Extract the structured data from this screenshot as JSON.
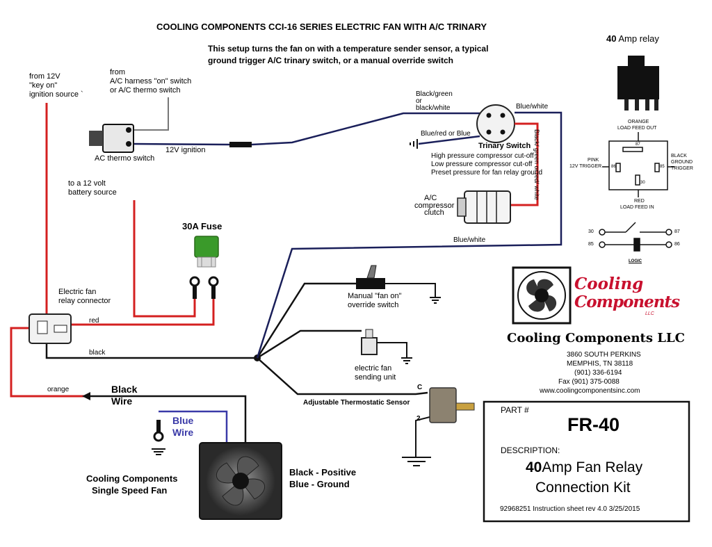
{
  "header": {
    "title": "COOLING COMPONENTS CCI-16 SERIES ELECTRIC FAN WITH A/C TRINARY",
    "subtitle_line1": "This setup turns the fan on with a temperature sender sensor, a typical",
    "subtitle_line2": "ground trigger A/C trinary switch, or a manual override switch"
  },
  "relay_panel": {
    "amp_number": "40",
    "amp_text": "Amp relay",
    "orange_line1": "ORANGE",
    "orange_line2": "LOAD FEED OUT",
    "pink_line1": "PINK",
    "pink_line2": "12V TRIGGER",
    "black_line1": "BLACK",
    "black_line2": "GROUND",
    "black_line3": "TRIGGER",
    "red_line1": "RED",
    "red_line2": "LOAD FEED IN",
    "pin_87": "87",
    "pin_86": "86",
    "pin_85": "85",
    "pin_30": "30",
    "logic_label": "LOGIC"
  },
  "labels": {
    "ignition_line1": "from 12V",
    "ignition_line2": "\"key on\"",
    "ignition_line3": "ignition source `",
    "ac_line1": "from",
    "ac_line2": "A/C harness \"on\" switch",
    "ac_line3": "or A/C thermo switch",
    "ac_thermo_switch": "AC thermo switch",
    "twelve_v_ignition": "12V ignition",
    "battery_line1": "to a 12 volt",
    "battery_line2": "battery source",
    "fuse": "30A Fuse",
    "relay_conn_line1": "Electric fan",
    "relay_conn_line2": "relay connector",
    "red_wire": "red",
    "black_wire": "black",
    "orange_wire": "orange",
    "black_wire_big_line1": "Black",
    "black_wire_big_line2": "Wire",
    "blue_wire_line1": "Blue",
    "blue_wire_line2": "Wire",
    "black_green_line1": "Black/green",
    "black_green_line2": "or",
    "black_green_line3": "black/white",
    "blue_white_top": "Blue/white",
    "blue_red": "Blue/red or Blue",
    "trinary_switch": "Trinary Switch",
    "trinary_line1": "High pressure compressor cut-off",
    "trinary_line2": "Low pressure compressor cut-off",
    "trinary_line3": "Preset pressure for fan relay ground",
    "vertical_wire": "Black/ green or red/ white",
    "compressor_line1": "A/C",
    "compressor_line2": "compressor",
    "compressor_line3": "clutch",
    "blue_white_bottom": "Blue/white",
    "manual_line1": "Manual \"fan on\"",
    "manual_line2": "override switch",
    "sending_line1": "electric fan",
    "sending_line2": "sending unit",
    "adjustable_sensor": "Adjustable Thermostatic Sensor",
    "terminal_c": "C",
    "terminal_2": "2",
    "fan_line1": "Cooling Components",
    "fan_line2": "Single Speed Fan",
    "polarity_line1": "Black - Positive",
    "polarity_line2": "Blue   - Ground"
  },
  "company": {
    "logo_word1": "Cooling",
    "logo_word2": "Components",
    "logo_llc": "LLC",
    "name": "Cooling Components LLC",
    "address1": "3860 SOUTH PERKINS",
    "address2": "MEMPHIS, TN 38118",
    "phone": "(901) 336-6194",
    "fax": "Fax (901) 375-0088",
    "website": "www.coolingcomponentsinc.com"
  },
  "part_box": {
    "part_label": "PART #",
    "part_number": "FR-40",
    "description_label": "DESCRIPTION:",
    "desc_amp": "40",
    "desc_rest": "Amp Fan Relay",
    "desc_line2": "Connection Kit",
    "footer": "92968251  Instruction sheet  rev 4.0    3/25/2015"
  },
  "colors": {
    "red_wire": "#d42020",
    "black_wire": "#111111",
    "navy_wire": "#1a1f5a",
    "blue_text": "#3a3aa8",
    "fuse_green": "#3a9a2a",
    "logo_red": "#c8102e"
  }
}
